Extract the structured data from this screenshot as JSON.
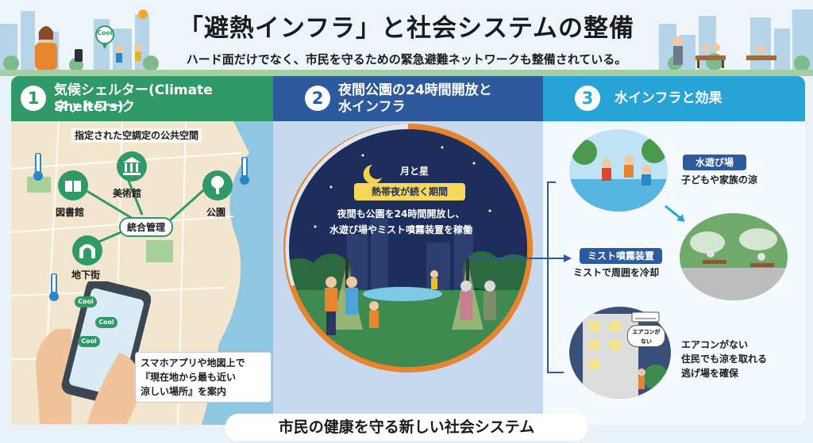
{
  "header": {
    "title": "「避熱インフラ」と社会システムの整備",
    "subtitle": "ハード面だけでなく、市民を守るための緊急避難ネットワークも整備されている。",
    "cool_badge": "Cool"
  },
  "section1": {
    "number": "1",
    "title_line1": "気候シェルター(Climate Shelters)",
    "title_line2": "ネットワーク",
    "map_caption": "指定された空調定の公共空間",
    "nodes": {
      "library": "図書館",
      "museum": "美術館",
      "park": "公園",
      "underground": "地下街",
      "hub": "統合管理"
    },
    "phone_badges": [
      "Cool",
      "Cool",
      "Cool"
    ],
    "app_note_line1": "スマホアプリや地図上で",
    "app_note_line2": "『現在地から最も近い",
    "app_note_line3": "涼しい場所』を案内"
  },
  "section2": {
    "number": "2",
    "title_line1": "夜間公園の24時間開放と",
    "title_line2": "水インフラ",
    "moon_label": "月と星",
    "period_label": "熱帯夜が続く期間",
    "desc_line1": "夜間も公園を24時間開放し、",
    "desc_line2": "水遊び場やミスト噴霧装置を稼働"
  },
  "section3": {
    "number": "3",
    "title": "水インフラと効果",
    "splash": {
      "label": "水遊び場",
      "desc": "子どもや家族の涼"
    },
    "mist": {
      "label": "ミスト噴霧装置",
      "desc": "ミストで周囲を冷却"
    },
    "aircon_bubble_line1": "エアコンが",
    "aircon_bubble_line2": "ない",
    "aircon": {
      "line1": "エアコンがない",
      "line2": "住民でも涼を取れる",
      "line3": "逃げ場を確保"
    }
  },
  "footer": {
    "text": "市民の健康を守る新しい社会システム"
  },
  "colors": {
    "green": "#2f9a68",
    "navy": "#2d5a9c",
    "sky": "#27a3d6",
    "orange": "#e8832e",
    "night": "#1d2e5c"
  },
  "icons": [
    "thermometer-icon",
    "library-icon",
    "museum-icon",
    "park-tree-icon",
    "underground-arch-icon",
    "moon-icon",
    "sun-icon",
    "smartphone-icon",
    "air-conditioner-icon",
    "arrow-icon"
  ]
}
